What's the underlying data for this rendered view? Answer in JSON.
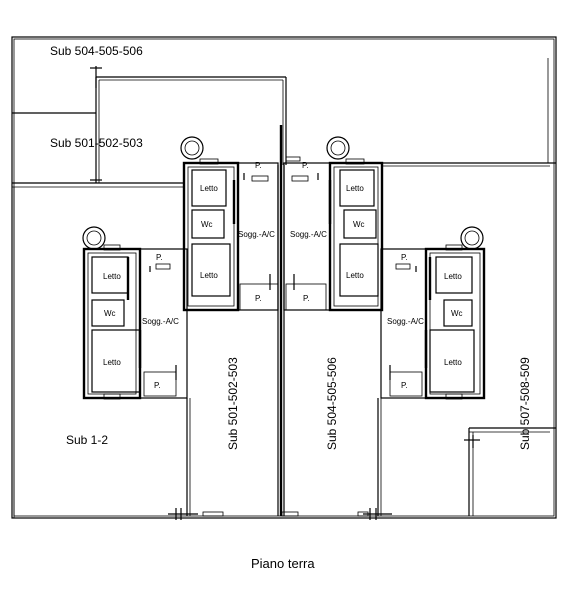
{
  "drawing": {
    "caption": "Piano terra"
  },
  "areas": {
    "sub_504_505_506_top": "Sub 504-505-506",
    "sub_501_502_503_top": "Sub 501-502-503",
    "sub_1_2": "Sub 1-2",
    "sub_501_502_503_vertical": "Sub 501-502-503",
    "sub_504_505_506_vertical": "Sub 504-505-506",
    "sub_507_508_509_vertical": "Sub 507-508-509"
  },
  "rooms": {
    "letto": "Letto",
    "wc": "Wc",
    "soggiorno": "Sogg.-A/C",
    "portico": "P."
  }
}
